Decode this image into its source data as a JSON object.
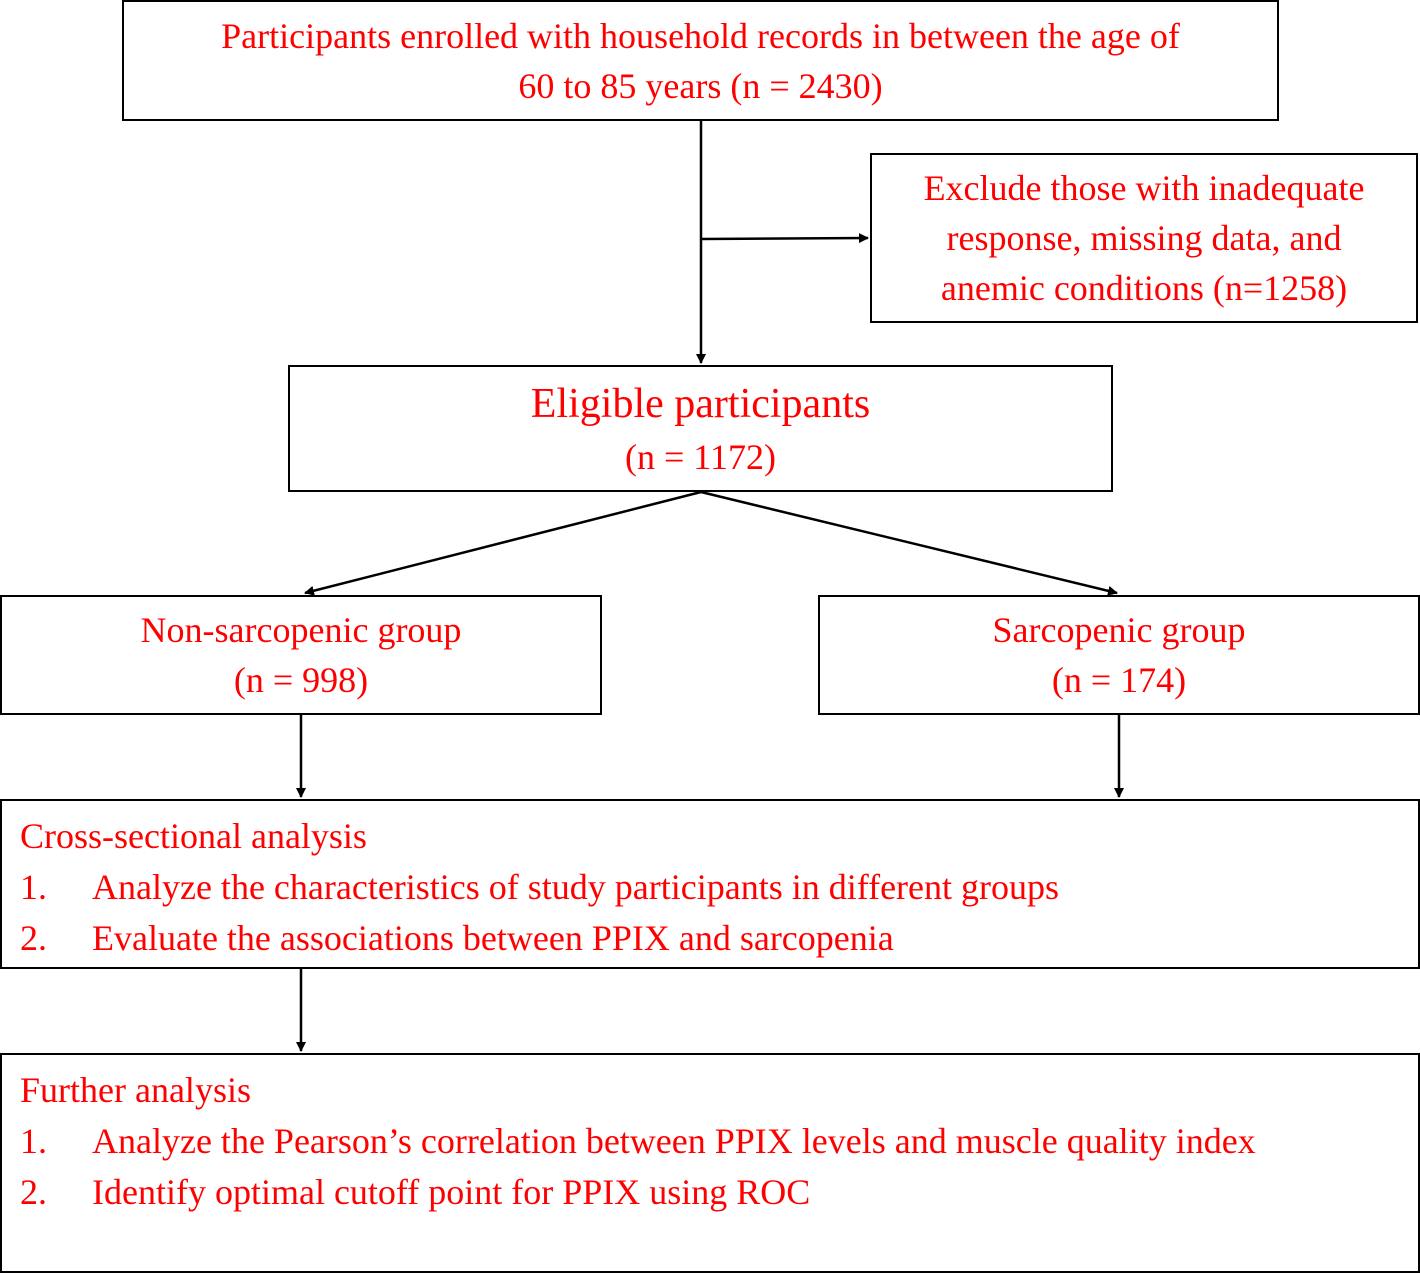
{
  "boxes": {
    "enrolled": {
      "line1": "Participants enrolled with household records in between the age of",
      "line2": "60 to 85 years (n = 2430)"
    },
    "excluded": {
      "line1": "Exclude those with inadequate",
      "line2": "response, missing data, and",
      "line3": "anemic conditions (n=1258)"
    },
    "eligible": {
      "title": "Eligible participants",
      "count": "(n = 1172)"
    },
    "non_sarcopenic": {
      "title": "Non-sarcopenic group",
      "count": "(n = 998)"
    },
    "sarcopenic": {
      "title": "Sarcopenic group",
      "count": "(n = 174)"
    },
    "cross_sectional": {
      "title": "Cross-sectional analysis",
      "items": [
        {
          "num": "1.",
          "text": "Analyze the characteristics of study participants in different groups"
        },
        {
          "num": "2.",
          "text": "Evaluate the associations between PPIX and sarcopenia"
        }
      ]
    },
    "further": {
      "title": "Further analysis",
      "items": [
        {
          "num": "1.",
          "text": "Analyze the Pearson’s correlation between PPIX levels and muscle quality index"
        },
        {
          "num": "2.",
          "text": "Identify optimal cutoff point for PPIX using ROC"
        }
      ]
    }
  },
  "colors": {
    "text": "#ff0000",
    "border": "#000000"
  }
}
